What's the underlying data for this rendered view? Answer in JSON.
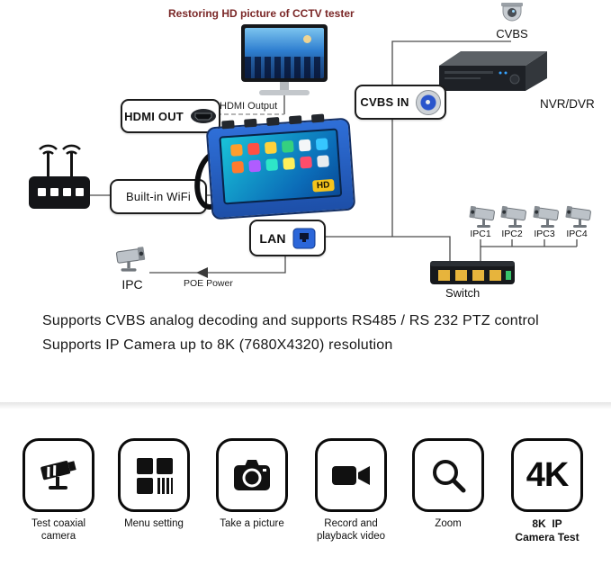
{
  "diagram": {
    "monitor_caption": "Restoring HD picture of CCTV tester",
    "cvbs_label": "CVBS",
    "nvr_label": "NVR/DVR",
    "cvbs_in_label": "CVBS IN",
    "hdmi_out_label": "HDMI OUT",
    "hdmi_output_label": "HDMI Output",
    "wifi_label": "Built-in WiFi",
    "lan_label": "LAN",
    "ipc_label": "IPC",
    "poe_label": "POE Power",
    "switch_label": "Switch",
    "hd_badge": "HD",
    "ipc_cameras": [
      "IPC1",
      "IPC2",
      "IPC3",
      "IPC4"
    ]
  },
  "description": {
    "line1": "Supports CVBS analog decoding and supports RS485 / RS 232 PTZ control",
    "line2": "Supports IP Camera up to 8K (7680X4320) resolution"
  },
  "features": [
    {
      "label": "Test coaxial\ncamera"
    },
    {
      "label": "Menu setting"
    },
    {
      "label": "Take a picture"
    },
    {
      "label": "Record and\nplayback video"
    },
    {
      "label": "Zoom"
    },
    {
      "label": "8K  IP\nCamera Test",
      "big_text": "4K"
    }
  ],
  "tester_screen": {
    "app_tile_colors": [
      "#ff9e2c",
      "#ff5044",
      "#ffd23c",
      "#35d07f",
      "#f4f6f8",
      "#36c6ff",
      "#ff7a2e",
      "#b05cff",
      "#2ee6c8",
      "#ffef5a",
      "#ff4d6b",
      "#e8ecef"
    ]
  },
  "colors": {
    "device_blue": "#2f6fd8",
    "badge_yellow": "#f5c41c",
    "port_yellow": "#e7b43c",
    "caption_color": "#7a2727"
  }
}
